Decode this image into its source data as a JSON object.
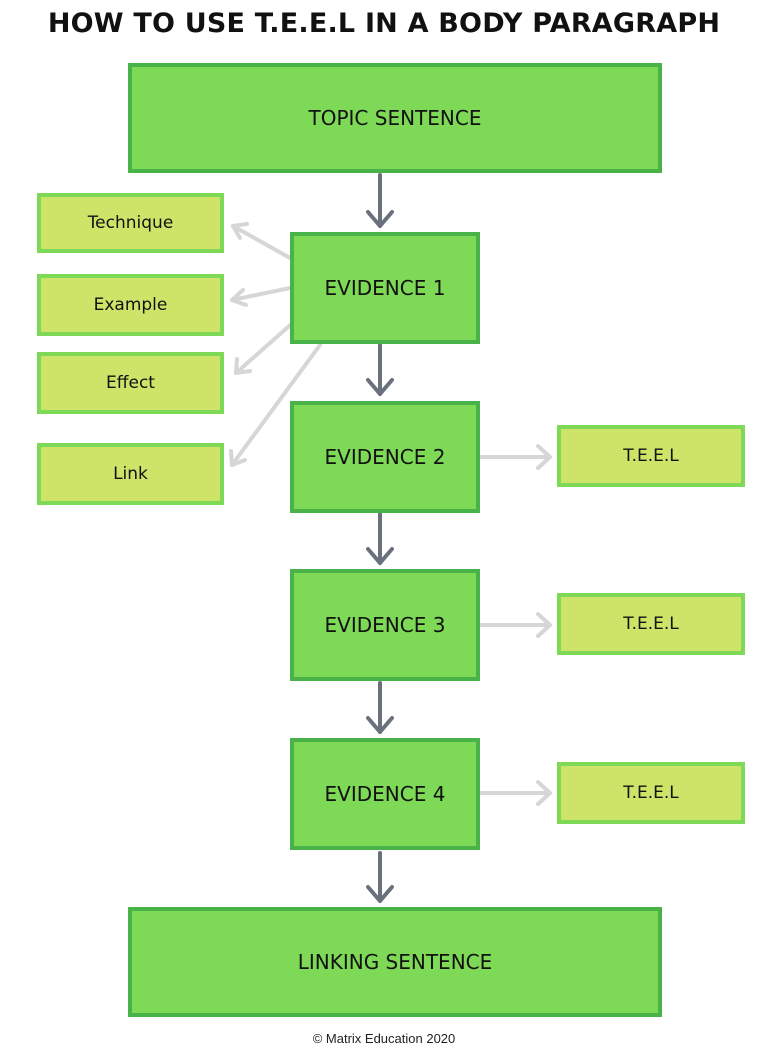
{
  "title": "HOW TO USE T.E.E.L IN A BODY PARAGRAPH",
  "main_boxes": {
    "topic": "TOPIC SENTENCE",
    "evidence1": "EVIDENCE 1",
    "evidence2": "EVIDENCE 2",
    "evidence3": "EVIDENCE 3",
    "evidence4": "EVIDENCE 4",
    "linking": "LINKING SENTENCE"
  },
  "teel_breakdown": [
    "Technique",
    "Example",
    "Effect",
    "Link"
  ],
  "side_labels": [
    "T.E.E.L",
    "T.E.E.L",
    "T.E.E.L"
  ],
  "footer": "© Matrix Education 2020",
  "colors": {
    "main_fill": "#7ed957",
    "main_border": "#49b34a",
    "side_fill": "#cde469",
    "side_border": "#7ed957",
    "flow_arrow": "#6b717c",
    "branch_arrow": "#d6d6d6"
  }
}
